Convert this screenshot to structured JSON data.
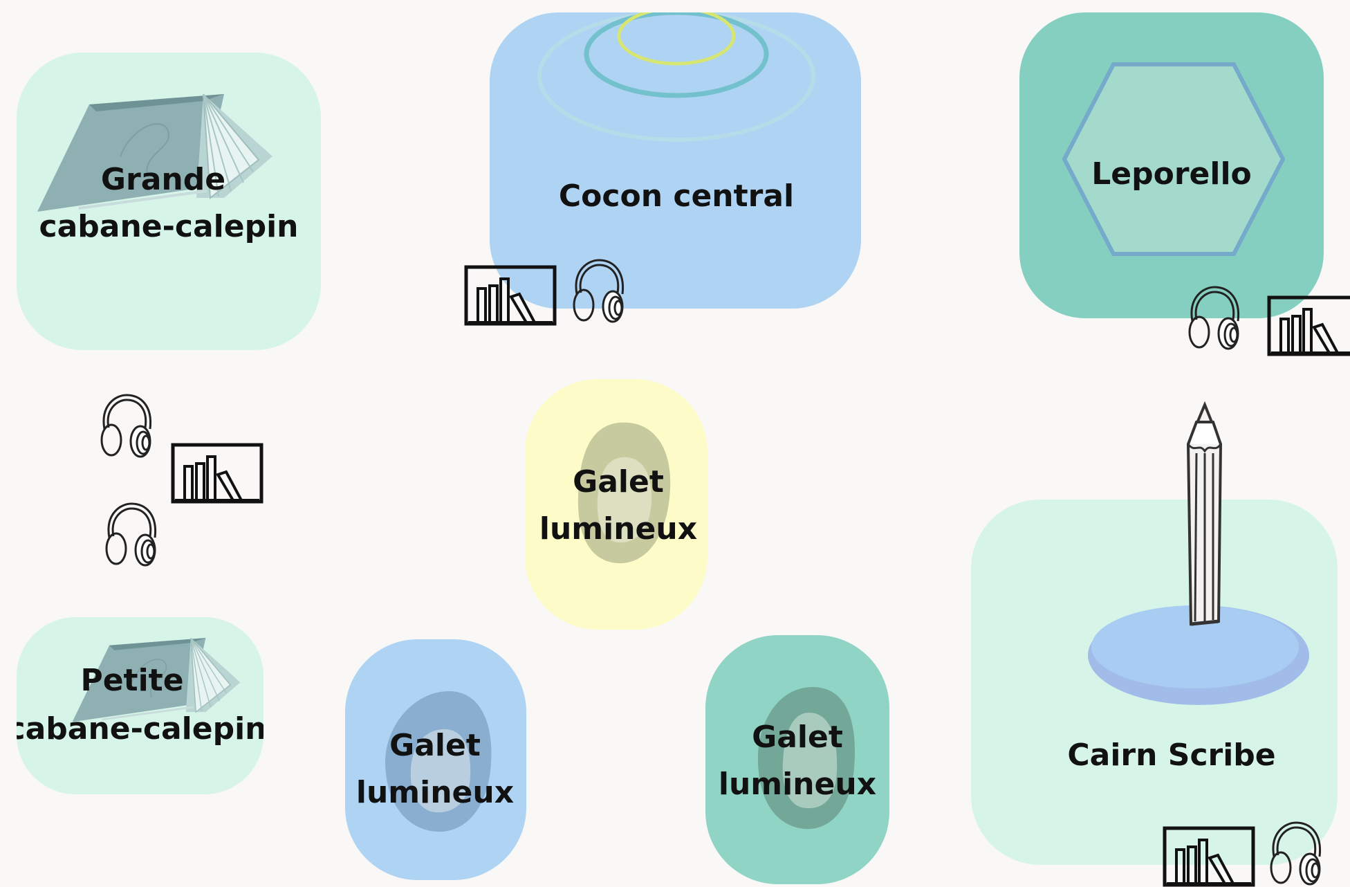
{
  "zones": {
    "grande_cabane": {
      "line1": "Grande",
      "line2": "cabane-calepin"
    },
    "cocon_central": {
      "label": "Cocon central"
    },
    "leporello": {
      "label": "Leporello"
    },
    "galet_center": {
      "line1": "Galet",
      "line2": "lumineux"
    },
    "petite_cabane": {
      "line1": "Petite",
      "line2": "cabane-calepin"
    },
    "galet_left": {
      "line1": "Galet",
      "line2": "lumineux"
    },
    "galet_right": {
      "line1": "Galet",
      "line2": "lumineux"
    },
    "cairn_scribe": {
      "label": "Cairn Scribe"
    }
  },
  "icons": [
    "bookshelf-icon",
    "headphones-icon",
    "book-tent-icon",
    "pencil-icon",
    "hexagon-icon",
    "concentric-rings-icon",
    "pebble-icon"
  ],
  "colors": {
    "background": "#faf8f6",
    "mint": "#d6f5e8",
    "sky_blue": "#aed3f3",
    "teal": "#84cfc0",
    "pale_yellow": "#fdfcc8",
    "seafoam": "#8fd4c5",
    "text": "#111111"
  }
}
